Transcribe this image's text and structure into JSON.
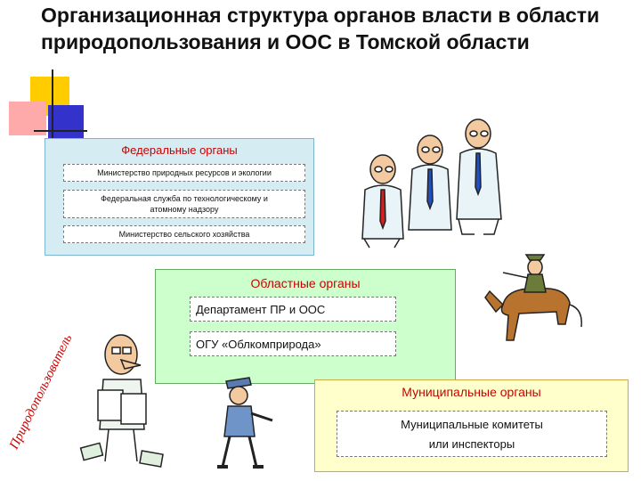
{
  "title": "Организационная структура органов власти в области природопользования и ООС в Томской области",
  "federal": {
    "header": "Федеральные органы",
    "items": [
      "Министерство природных ресурсов и экологии",
      "Федеральная служба по технологическому и атомному надзору",
      "Министерство сельского хозяйства"
    ]
  },
  "regional": {
    "header": "Областные органы",
    "items": [
      "Департамент ПР и ООС",
      "ОГУ «Облкомприрода»"
    ]
  },
  "municipal": {
    "header": "Муниципальные органы",
    "line1": "Муниципальные комитеты",
    "line2": "или инспекторы"
  },
  "side_label": "Природопользователь",
  "colors": {
    "header_red": "#cc0000",
    "federal_bg": "#d5ecf3",
    "regional_bg": "#ccffcc",
    "municipal_bg": "#ffffcc",
    "deco_yellow": "#ffcc00",
    "deco_pink": "#ffaaaa",
    "deco_blue": "#3333cc"
  },
  "illustrations": [
    "three-officials-clipart",
    "rider-on-horse-clipart",
    "bureaucrat-with-papers-clipart",
    "police-officer-clipart"
  ]
}
